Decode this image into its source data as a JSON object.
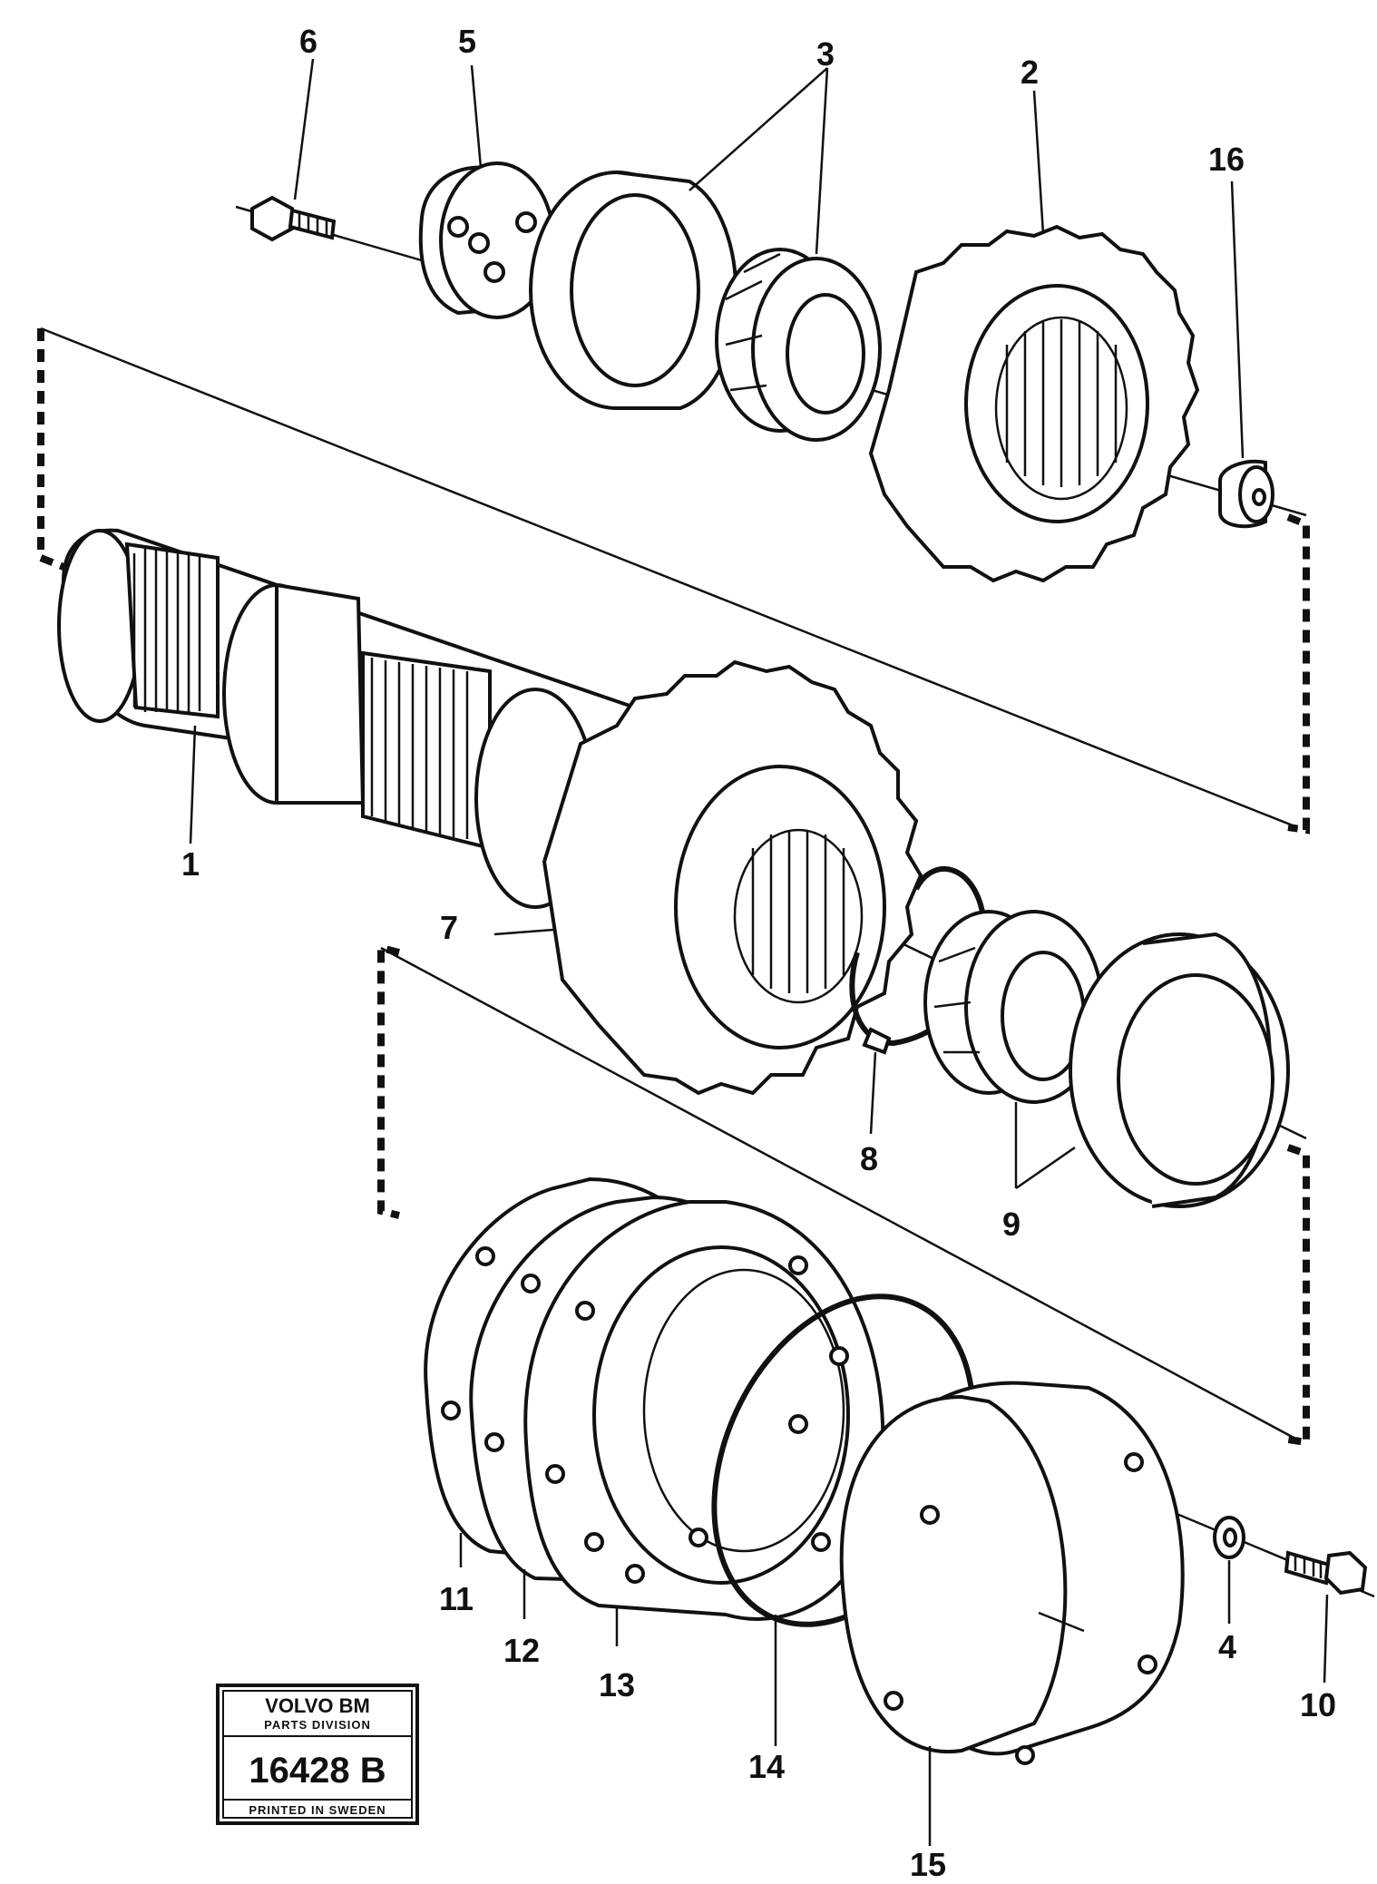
{
  "callouts": {
    "c1": "1",
    "c2": "2",
    "c3": "3",
    "c4": "4",
    "c5": "5",
    "c6": "6",
    "c7": "7",
    "c8": "8",
    "c9": "9",
    "c10": "10",
    "c11": "11",
    "c12": "12",
    "c13": "13",
    "c14": "14",
    "c15": "15",
    "c16": "16"
  },
  "stamp": {
    "brand": "VOLVO BM",
    "division": "PARTS DIVISION",
    "code": "16428 B",
    "footer": "PRINTED IN SWEDEN"
  }
}
